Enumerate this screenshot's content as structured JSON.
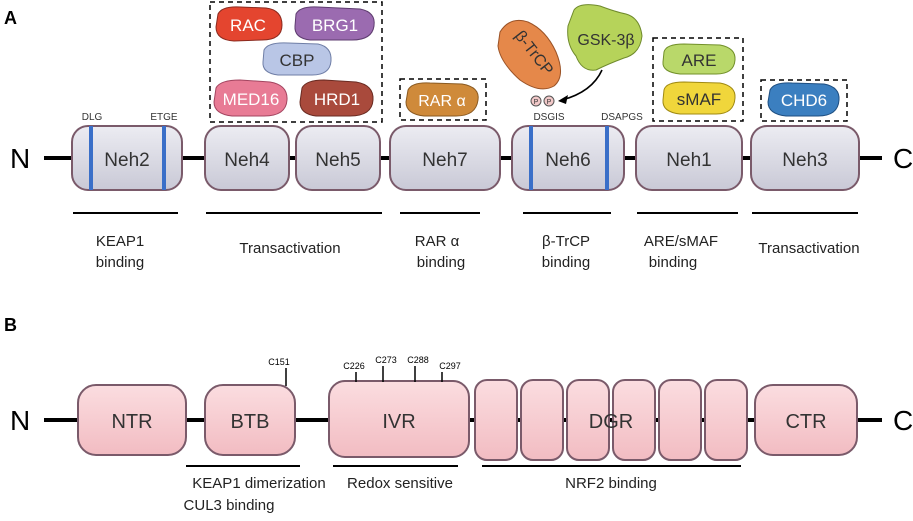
{
  "panel_a": {
    "label": "A",
    "n_term": "N",
    "c_term": "C",
    "domains": {
      "neh2": "Neh2",
      "neh4": "Neh4",
      "neh5": "Neh5",
      "neh7": "Neh7",
      "neh6": "Neh6",
      "neh1": "Neh1",
      "neh3": "Neh3"
    },
    "motifs": {
      "dlg": "DLG",
      "etge": "ETGE",
      "dsgis": "DSGIS",
      "dsapgs": "DSAPGS",
      "phospho": "P"
    },
    "partners": {
      "rac": "RAC",
      "brg1": "BRG1",
      "cbp": "CBP",
      "med16": "MED16",
      "hrd1": "HRD1",
      "rar": "RAR α",
      "btrcp": "β-TrCP",
      "gsk3b": "GSK-3β",
      "are": "ARE",
      "smaf": "sMAF",
      "chd6": "CHD6"
    },
    "functions": {
      "keap1_l1": "KEAP1",
      "keap1_l2": "binding",
      "transact1": "Transactivation",
      "rar_l1": "RAR α",
      "rar_l2": "binding",
      "btrcp_l1": "β-TrCP",
      "btrcp_l2": "binding",
      "are_l1": "ARE/sMAF",
      "are_l2": "binding",
      "transact2": "Transactivation"
    }
  },
  "panel_b": {
    "label": "B",
    "n_term": "N",
    "c_term": "C",
    "domains": {
      "ntr": "NTR",
      "btb": "BTB",
      "ivr": "IVR",
      "dgr": "DGR",
      "ctr": "CTR"
    },
    "cysteines": {
      "c151": "C151",
      "c226": "C226",
      "c273": "C273",
      "c288": "C288",
      "c297": "C297"
    },
    "functions": {
      "btb_l1": "KEAP1 dimerization",
      "btb_l2": "CUL3 binding",
      "ivr": "Redox sensitive",
      "dgr": "NRF2 binding"
    }
  },
  "colors": {
    "domain_grey": "#dcdce6",
    "domain_pink": "#f9d0d4",
    "domain_stroke": "#7a5a6a",
    "motif_blue": "#3a6fc8",
    "rac": "#e4452f",
    "brg1": "#9b6bb0",
    "cbp": "#b9c6e6",
    "med16": "#e87b95",
    "hrd1": "#a94a3c",
    "rar": "#cf8a3a",
    "btrcp": "#e5884a",
    "gsk3b": "#b6d35a",
    "are": "#b9d86a",
    "smaf": "#f0d63b",
    "chd6": "#3b7fc0"
  }
}
